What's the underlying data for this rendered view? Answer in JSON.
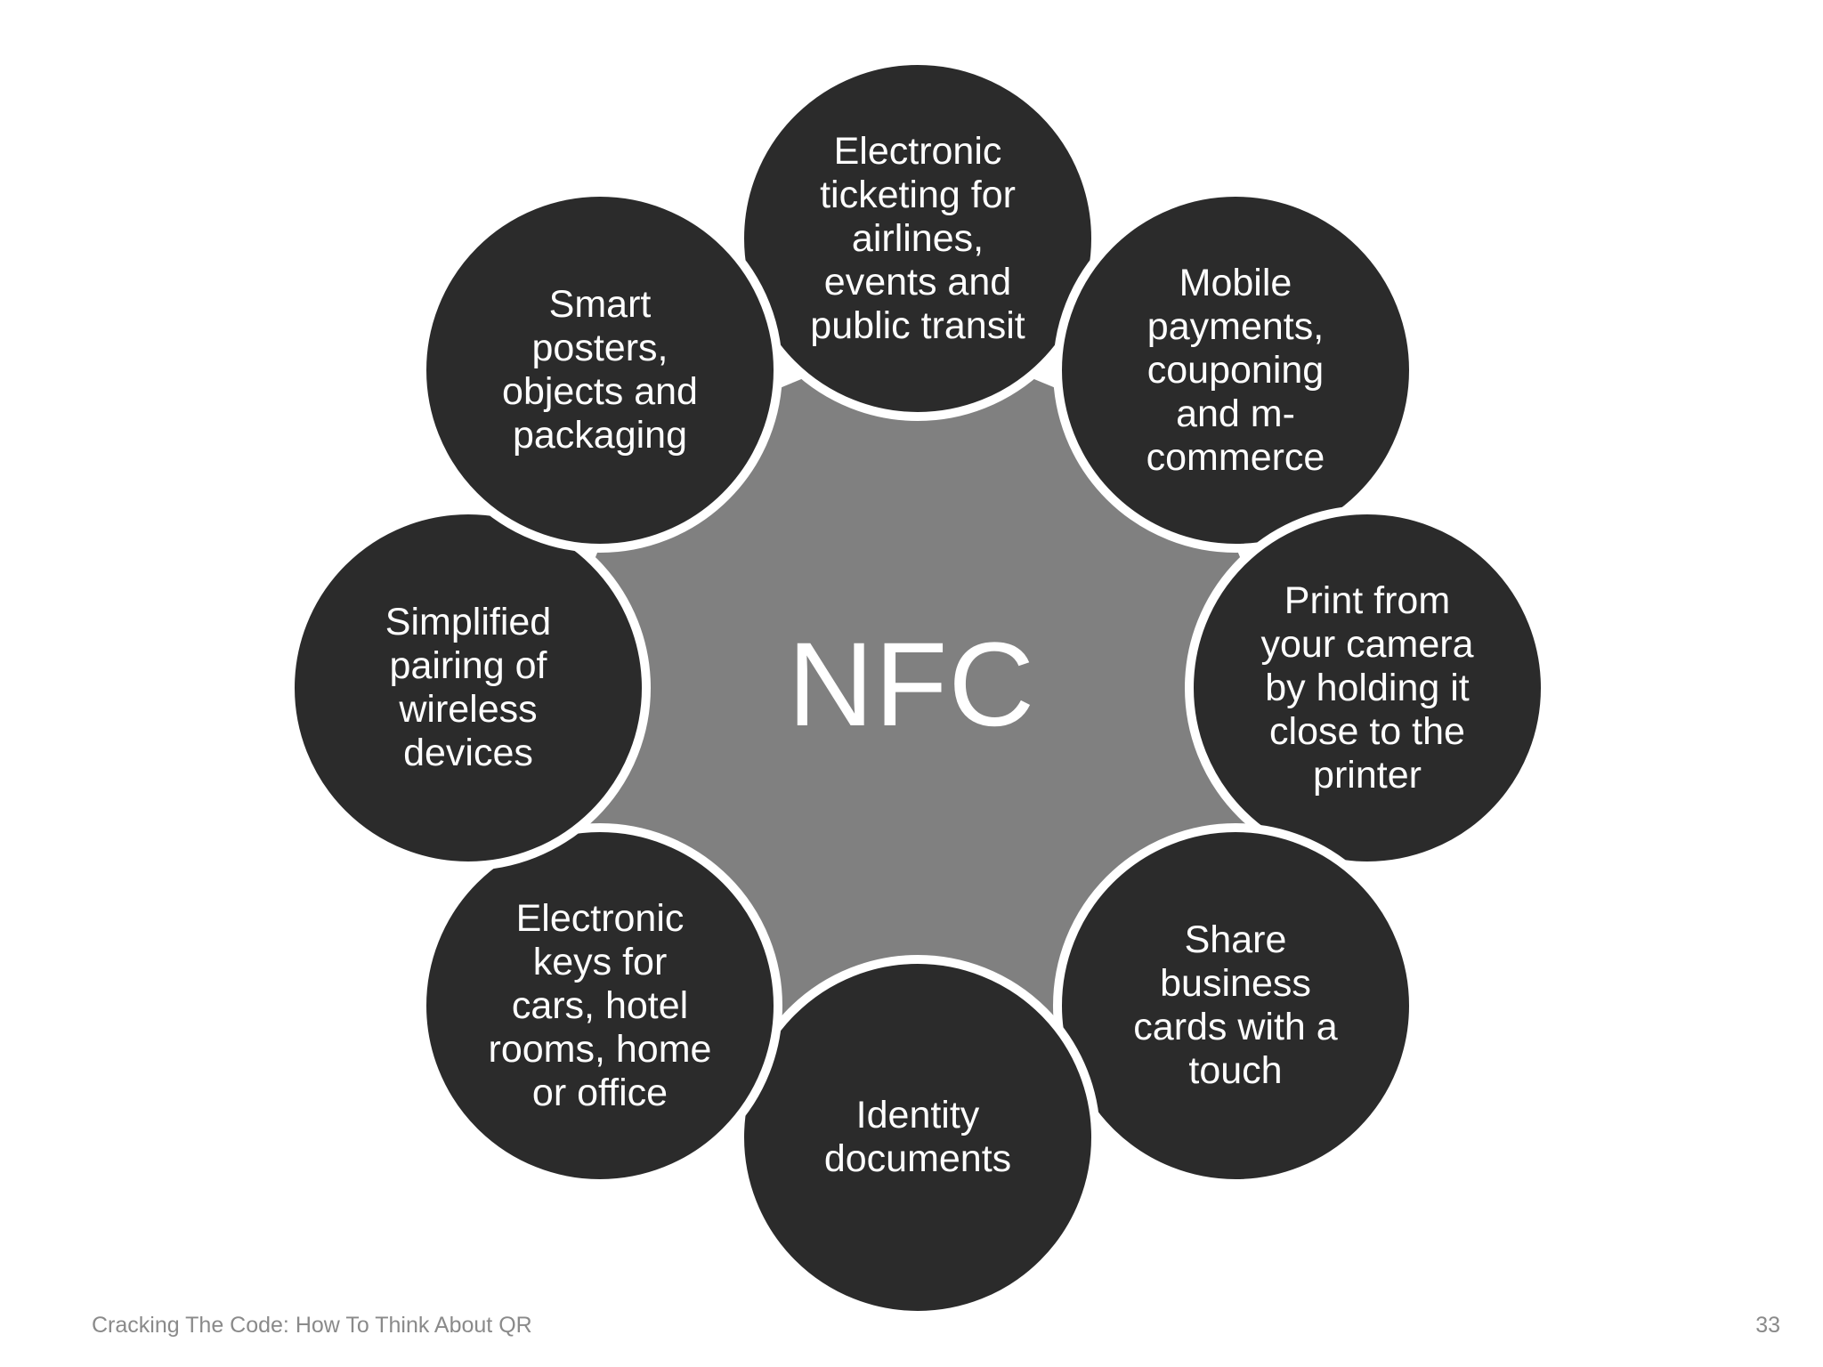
{
  "center": {
    "label": "NFC",
    "fill": "#808080"
  },
  "nodes": [
    {
      "id": "top",
      "text": "Electronic\nticketing for\nairlines,\nevents and\npublic transit"
    },
    {
      "id": "top-right",
      "text": "Mobile\npayments,\ncouponing\nand m-\ncommerce"
    },
    {
      "id": "right",
      "text": "Print from\nyour camera\nby holding it\nclose to the\nprinter"
    },
    {
      "id": "bottom-right",
      "text": "Share\nbusiness\ncards with a\ntouch"
    },
    {
      "id": "bottom",
      "text": "Identity\ndocuments"
    },
    {
      "id": "bottom-left",
      "text": "Electronic\nkeys for\ncars, hotel\nrooms, home\nor office"
    },
    {
      "id": "left",
      "text": "Simplified\npairing of\nwireless\ndevices"
    },
    {
      "id": "top-left",
      "text": "Smart\nposters,\nobjects and\npackaging"
    }
  ],
  "colors": {
    "node_fill": "#2b2b2b",
    "node_text": "#ffffff",
    "footer_text": "#8a8a8a"
  },
  "footer": {
    "title": "Cracking The Code: How To Think About QR",
    "page_number": "33"
  }
}
